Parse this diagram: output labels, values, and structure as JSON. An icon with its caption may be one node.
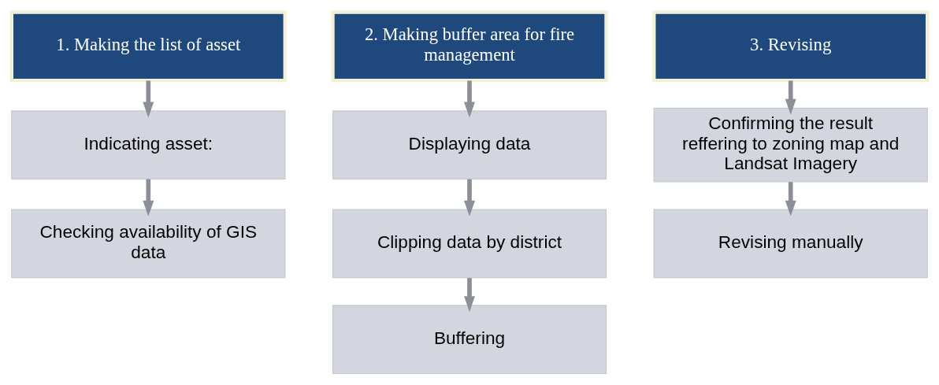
{
  "diagram": {
    "nodes": [
      {
        "text": [
          "1. Making the list of asset"
        ]
      },
      {
        "text": [
          "Indicating asset:"
        ]
      },
      {
        "text": [
          "Checking availability of GIS data"
        ]
      },
      {
        "text": [
          "2. Making buffer area for fire management"
        ]
      },
      {
        "text": [
          "Displaying data"
        ]
      },
      {
        "text": [
          "Clipping data by district"
        ]
      },
      {
        "text": [
          "Buffering"
        ]
      },
      {
        "text": [
          "3. Revising"
        ]
      },
      {
        "text": [
          "Confirming the result reffering to zoning map and Landsat Imagery"
        ]
      },
      {
        "text": [
          "Revising manually"
        ]
      }
    ],
    "edges": [
      {
        "from": 0,
        "to": 1,
        "arrow": "to"
      },
      {
        "from": 1,
        "to": 2,
        "arrow": "to"
      },
      {
        "from": 3,
        "to": 4,
        "arrow": "to"
      },
      {
        "from": 4,
        "to": 5,
        "arrow": "to"
      },
      {
        "from": 5,
        "to": 6,
        "arrow": "to"
      },
      {
        "from": 7,
        "to": 8,
        "arrow": "to"
      },
      {
        "from": 8,
        "to": 9,
        "arrow": "to"
      }
    ]
  }
}
